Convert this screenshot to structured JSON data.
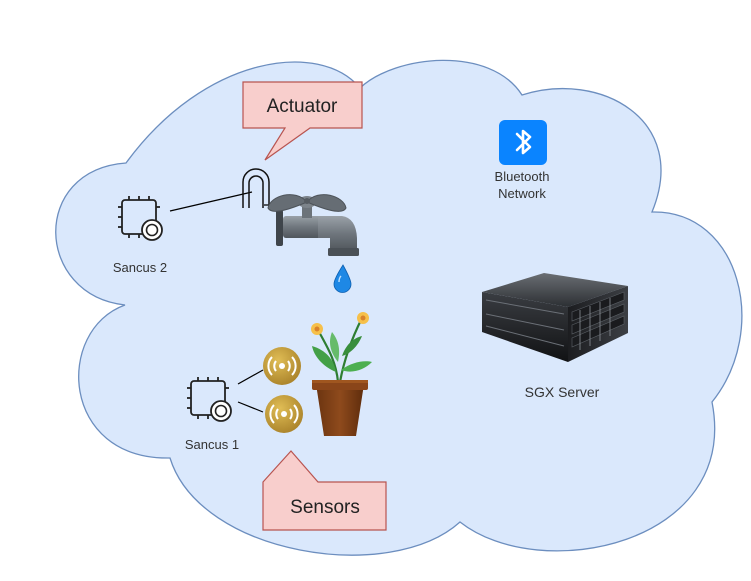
{
  "callouts": {
    "actuator": "Actuator",
    "sensors": "Sensors"
  },
  "nodes": {
    "sancus2": "Sancus 2",
    "sancus1": "Sancus 1",
    "bluetooth_line1": "Bluetooth",
    "bluetooth_line2": "Network",
    "server": "SGX Server"
  },
  "colors": {
    "cloud_fill": "#dae8fc",
    "cloud_stroke": "#6c8ebf",
    "callout_fill": "#f8cecc",
    "callout_stroke": "#b85450",
    "bluetooth_blue": "#0a84ff",
    "sensor_gold": "#c8a23a",
    "water_blue": "#1e88e5"
  },
  "icons": [
    "microcontroller-icon",
    "faucet-icon",
    "relay-icon",
    "sensor-icon",
    "plant-icon",
    "bluetooth-icon",
    "server-icon"
  ]
}
